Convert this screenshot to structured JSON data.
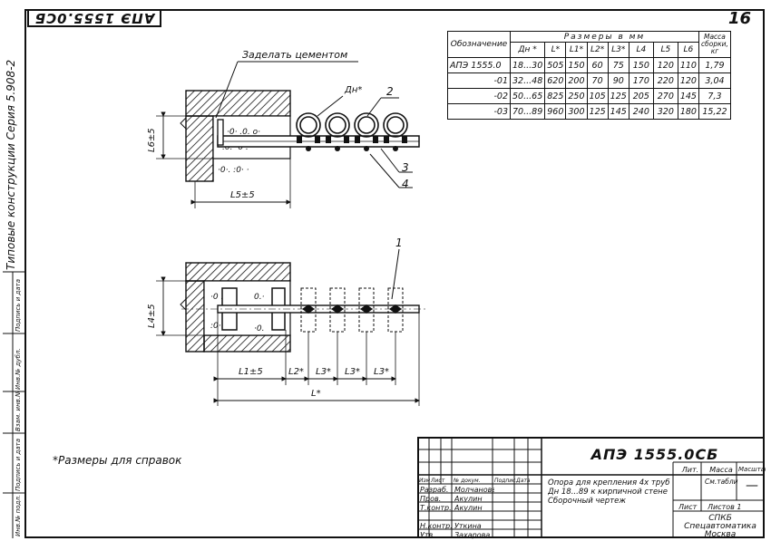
{
  "header": {
    "doc_code_rotated": "АПЭ 1555.0СБ",
    "sheet_number": "16"
  },
  "sidebar": {
    "series_text": "Типовые конструкции   Серия  5.908-2",
    "col_labels": [
      "Инв.№ подл.",
      "Подпись и дата",
      "Взам. инв.№",
      "Инв.№ дубл.",
      "Подпись и дата"
    ]
  },
  "table": {
    "group_header": "Размеры  в  мм",
    "headers": [
      "Обозначение",
      "Дн *",
      "L*",
      "L1*",
      "L2*",
      "L3*",
      "L4",
      "L5",
      "L6",
      "Масса сборки, кг"
    ],
    "rows": [
      [
        "АПЭ 1555.0",
        "18...30",
        "505",
        "150",
        "60",
        "75",
        "150",
        "120",
        "110",
        "1,79"
      ],
      [
        "-01",
        "32...48",
        "620",
        "200",
        "70",
        "90",
        "170",
        "220",
        "120",
        "3,04"
      ],
      [
        "-02",
        "50...65",
        "825",
        "250",
        "105",
        "125",
        "205",
        "270",
        "145",
        "7,3"
      ],
      [
        "-03",
        "70...89",
        "960",
        "300",
        "125",
        "145",
        "240",
        "320",
        "180",
        "15,22"
      ]
    ]
  },
  "drawing": {
    "cement_label": "Заделать цементом",
    "dn_label": "Дн*",
    "callouts": [
      "1",
      "2",
      "3",
      "4"
    ],
    "dim_l6": "L6±5",
    "dim_l5": "L5±5",
    "dim_l4": "L4±5",
    "dim_l1": "L1±5",
    "dim_l2": "L2*",
    "dim_l3": "L3*",
    "dim_l": "L*"
  },
  "note": "*Размеры для справок",
  "title_block": {
    "doc_code": "АПЭ 1555.0СБ",
    "description": "Опора для крепления 4х труб Дн 18...89 к кирпичной стене Сборочный чертеж",
    "col_headers": [
      "Изм",
      "Лист",
      "№ докум.",
      "Подпись",
      "Дата"
    ],
    "roles": [
      "Разраб.",
      "Пров.",
      "Т.контр.",
      "Н.контр.",
      "Утв."
    ],
    "names": [
      "Молчанова",
      "Акулин",
      "Акулин",
      "Уткина",
      "Захарова"
    ],
    "lit_header": "Лит.",
    "mass_header": "Масса",
    "scale_header": "Масштаб",
    "mass_value": "См.таблицу",
    "scale_value": "—",
    "sheet_label": "Лист",
    "sheets_label": "Листов 1",
    "org_line1": "СПКБ",
    "org_line2": "Спецавтоматика",
    "org_line3": "Москва"
  }
}
